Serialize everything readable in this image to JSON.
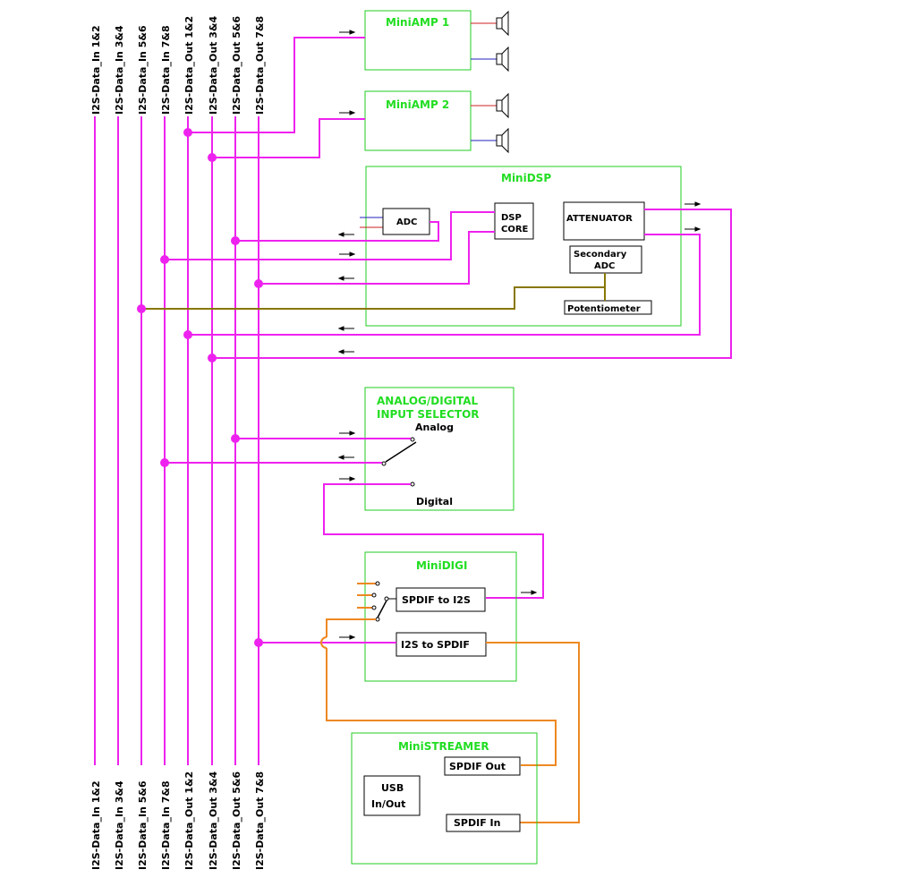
{
  "bus_labels": [
    "I2S-Data_In 1&2",
    "I2S-Data_In 3&4",
    "I2S-Data_In 5&6",
    "I2S-Data_In 7&8",
    "I2S-Data_Out 1&2",
    "I2S-Data_Out 3&4",
    "I2S-Data_Out 5&6",
    "I2S-Data_Out 7&8"
  ],
  "blocks": {
    "miniamp1": "MiniAMP 1",
    "miniamp2": "MiniAMP 2",
    "minidsp": "MiniDSP",
    "selector_line1": "ANALOG/DIGITAL",
    "selector_line2": "INPUT SELECTOR",
    "minidigi": "MiniDIGI",
    "ministreamer": "MiniSTREAMER"
  },
  "components": {
    "adc": "ADC",
    "dsp_core_1": "DSP",
    "dsp_core_2": "CORE",
    "attenuator": "ATTENUATOR",
    "secondary_adc_1": "Secondary",
    "secondary_adc_2": "ADC",
    "potentiometer": "Potentiometer",
    "analog": "Analog",
    "digital": "Digital",
    "spdif_to_i2s": "SPDIF to I2S",
    "i2s_to_spdif": "I2S to SPDIF",
    "spdif_out": "SPDIF Out",
    "spdif_in": "SPDIF In",
    "usb_1": "USB",
    "usb_2": "In/Out"
  },
  "colors": {
    "bus": "#ee22ee",
    "block_border": "#22cc22",
    "block_title": "#22dd22",
    "spdif": "#ee8822",
    "pot": "#887700",
    "speaker_red": "#cc2222",
    "speaker_blue": "#2222bb"
  }
}
